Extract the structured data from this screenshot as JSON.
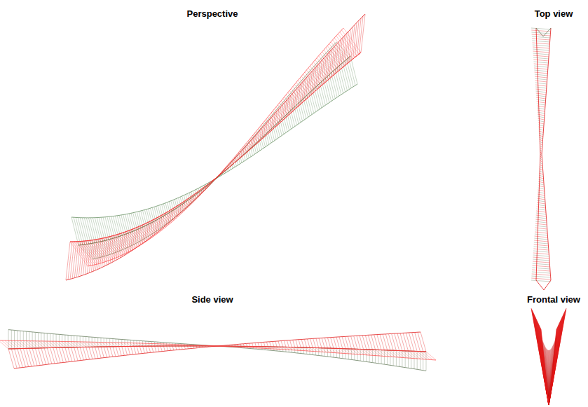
{
  "diagram": {
    "labels": [
      "Perspective",
      "Top view",
      "Side view",
      "Frontal view"
    ]
  }
}
